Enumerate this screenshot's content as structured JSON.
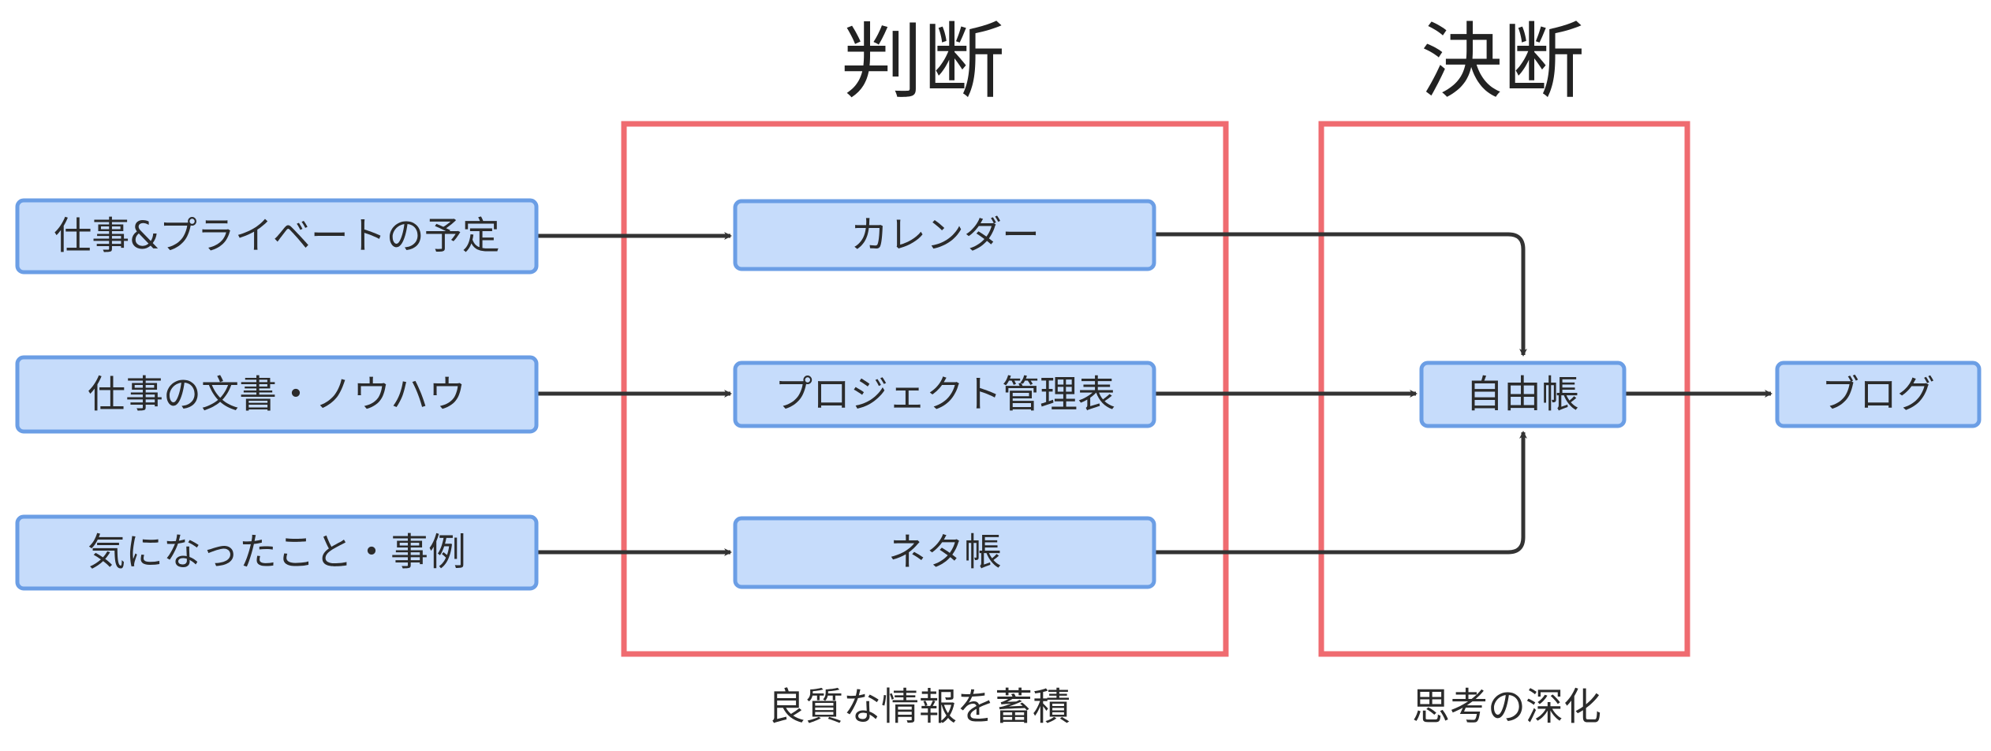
{
  "groups": {
    "judgment": {
      "title": "判断",
      "caption": "良質な情報を蓄積"
    },
    "decision": {
      "title": "決断",
      "caption": "思考の深化"
    }
  },
  "sources": {
    "schedule": "仕事&プライベートの予定",
    "documents": "仕事の文書・ノウハウ",
    "interests": "気になったこと・事例"
  },
  "tools": {
    "calendar": "カレンダー",
    "project_table": "プロジェクト管理表",
    "idea_notebook": "ネタ帳"
  },
  "free_notebook": "自由帳",
  "blog": "ブログ",
  "colors": {
    "node_fill": "#c6dcfb",
    "node_border": "#6b9ee5",
    "group_border": "#ef6b70",
    "arrow": "#333333"
  }
}
